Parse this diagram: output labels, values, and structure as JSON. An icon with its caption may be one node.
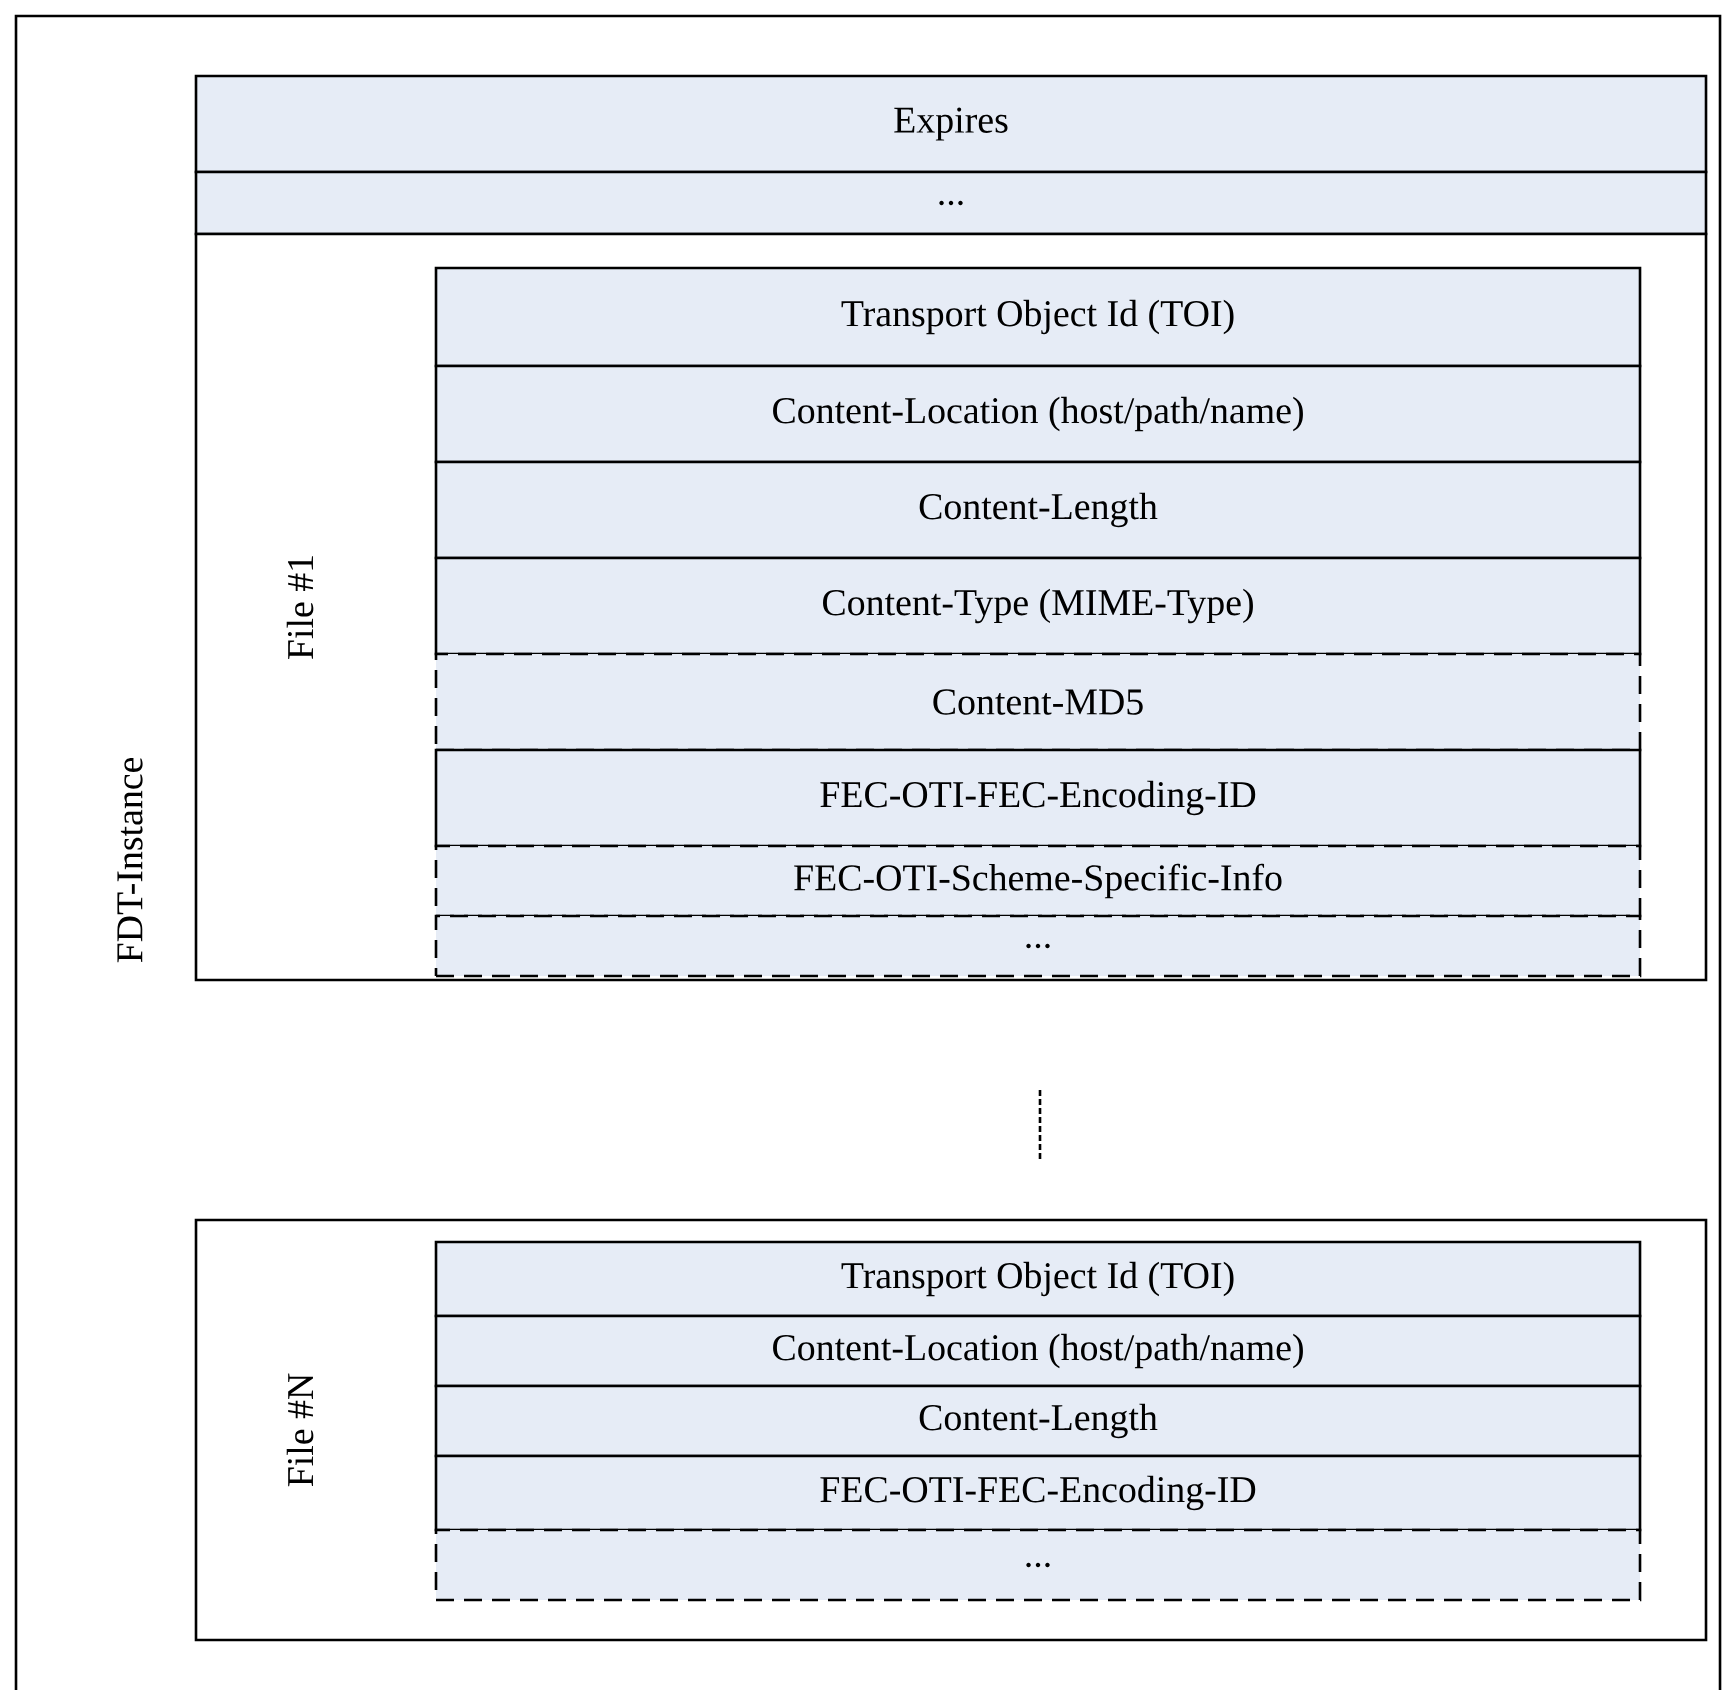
{
  "diagram": {
    "nodes": [
      {
        "text": [
          "FDT-Instance"
        ]
      },
      {
        "text": [
          "Expires"
        ],
        "in": 0
      },
      {
        "text": [
          "..."
        ],
        "in": 0
      },
      {
        "text": [
          "File #1"
        ],
        "in": 0
      },
      {
        "text": [
          "Transport Object Id (TOI)"
        ],
        "in": 3
      },
      {
        "text": [
          "Content-Location (host/path/name)"
        ],
        "in": 3
      },
      {
        "text": [
          "Content-Length"
        ],
        "in": 3
      },
      {
        "text": [
          "Content-Type (MIME-Type)"
        ],
        "in": 3
      },
      {
        "text": [
          "Content-MD5"
        ],
        "in": 3
      },
      {
        "text": [
          "FEC-OTI-FEC-Encoding-ID"
        ],
        "in": 3
      },
      {
        "text": [
          "FEC-OTI-Scheme-Specific-Info"
        ],
        "in": 3
      },
      {
        "text": [
          "..."
        ],
        "in": 3
      },
      {
        "text": [
          "File #N"
        ],
        "in": 0
      },
      {
        "text": [
          "Transport Object Id (TOI)"
        ],
        "in": 12
      },
      {
        "text": [
          "Content-Location (host/path/name)"
        ],
        "in": 12
      },
      {
        "text": [
          "Content-Length"
        ],
        "in": 12
      },
      {
        "text": [
          "FEC-OTI-FEC-Encoding-ID"
        ],
        "in": 12
      },
      {
        "text": [
          "..."
        ],
        "in": 12
      }
    ]
  }
}
